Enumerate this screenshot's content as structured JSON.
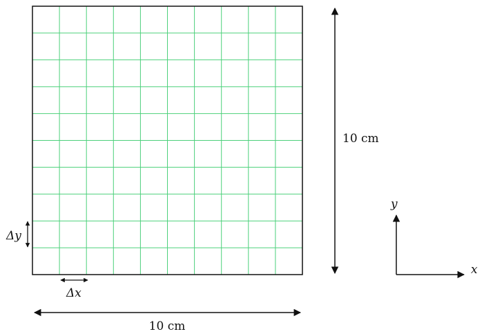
{
  "grid": {
    "rows": 10,
    "cols": 10,
    "line_color": "#4bd07a",
    "border_color": "#111111"
  },
  "labels": {
    "width": "10 cm",
    "height": "10 cm",
    "dx": "Δx",
    "dy": "Δy",
    "axis_x": "x",
    "axis_y": "y"
  },
  "colors": {
    "arrow": "#111111",
    "text": "#111111"
  }
}
